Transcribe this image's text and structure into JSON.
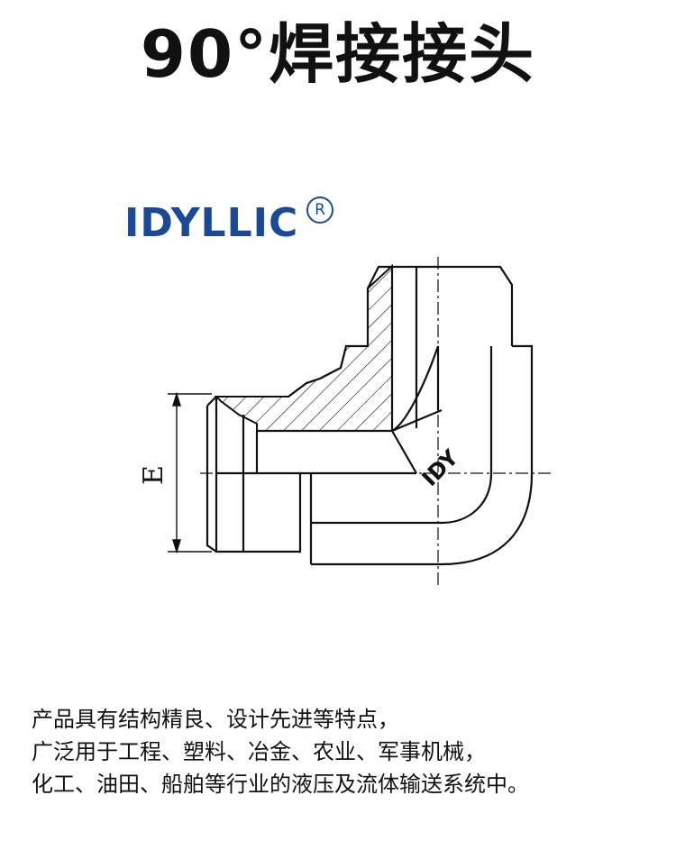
{
  "title": "90°焊接接头",
  "logo": {
    "text": "IDYLLIC",
    "registered_mark": "R",
    "color": "#1a4a97"
  },
  "drawing": {
    "dimension_label": "E",
    "body_mark": "IDY",
    "line_color": "#111111"
  },
  "description": {
    "lines": [
      "产品具有结构精良、设计先进等特点，",
      "广泛用于工程、塑料、冶金、农业、军事机械，",
      "化工、油田、船舶等行业的液压及流体输送系统中。"
    ]
  }
}
